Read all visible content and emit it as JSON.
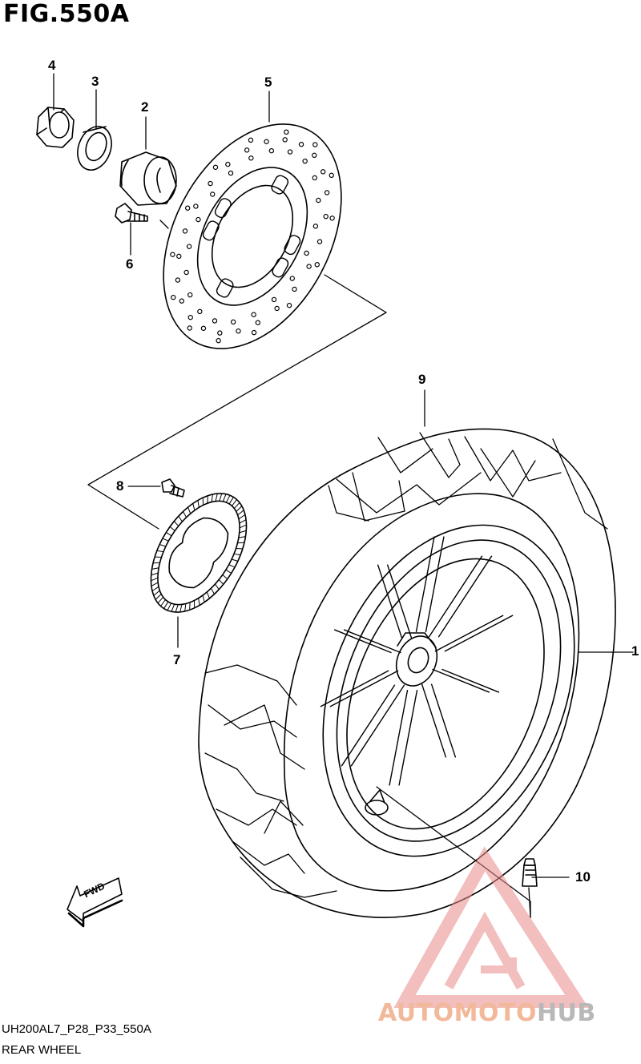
{
  "figure": {
    "title": "FIG.550A",
    "code": "UH200AL7_P28_P33_550A",
    "name": "REAR WHEEL"
  },
  "parts": [
    {
      "ref": "1"
    },
    {
      "ref": "2"
    },
    {
      "ref": "3"
    },
    {
      "ref": "4"
    },
    {
      "ref": "5"
    },
    {
      "ref": "6"
    },
    {
      "ref": "7"
    },
    {
      "ref": "8"
    },
    {
      "ref": "9"
    },
    {
      "ref": "10"
    }
  ],
  "direction_badge": {
    "label": "FWD"
  },
  "watermark": {
    "text_part1": "AUTOMOTO",
    "text_part2": "HUB",
    "color1": "#f2b89a",
    "color2": "#b8b8b8",
    "triangle_color": "#e98a8a"
  }
}
